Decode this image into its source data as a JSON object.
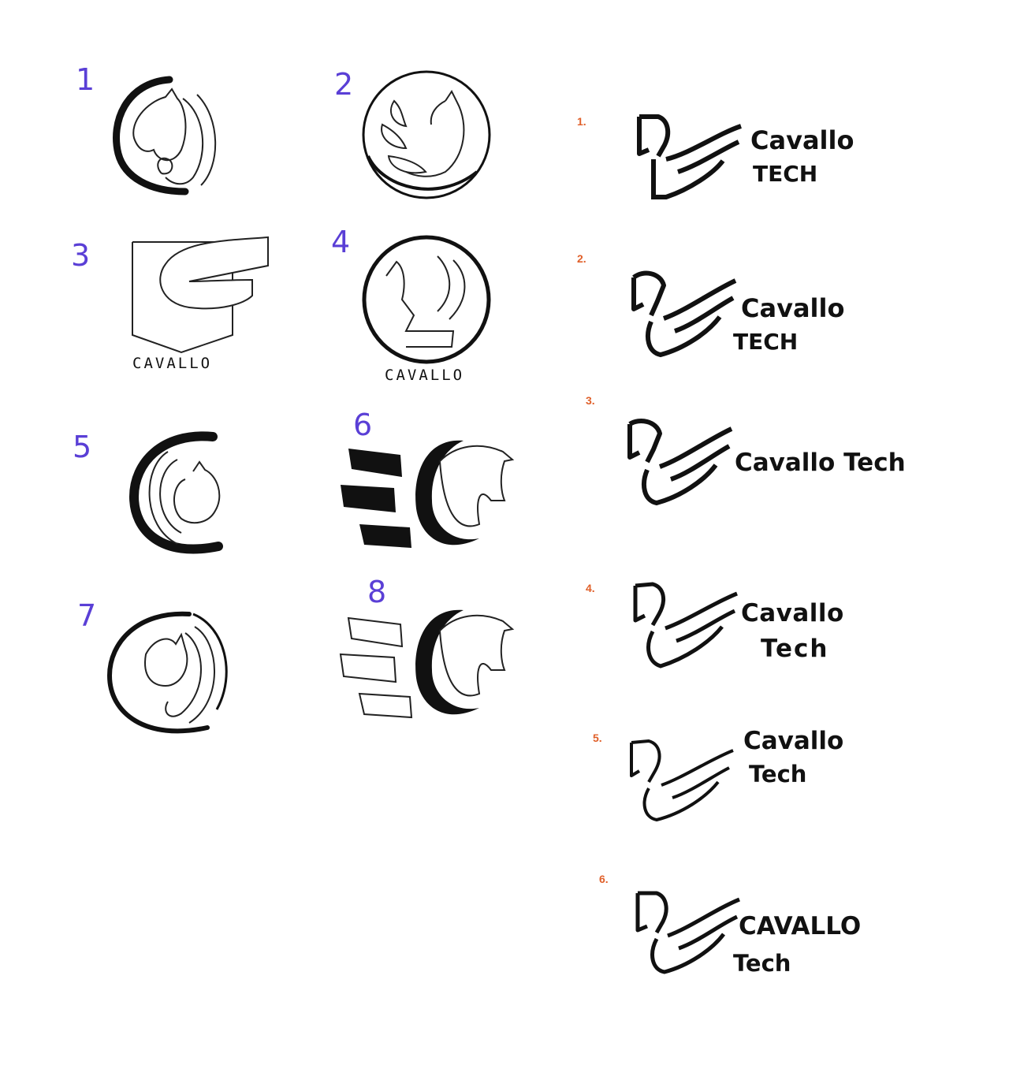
{
  "sketches": [
    {
      "number": "1"
    },
    {
      "number": "2"
    },
    {
      "number": "3",
      "label": "CAVALLO"
    },
    {
      "number": "4",
      "label": "CAVALLO"
    },
    {
      "number": "5"
    },
    {
      "number": "6"
    },
    {
      "number": "7"
    },
    {
      "number": "8"
    }
  ],
  "concepts": [
    {
      "number": "1.",
      "line1": "Cavallo",
      "line2": "TECH"
    },
    {
      "number": "2.",
      "line1": "Cavallo",
      "line2": "TECH"
    },
    {
      "number": "3.",
      "line1": "Cavallo Tech"
    },
    {
      "number": "4.",
      "line1": "Cavallo",
      "line2": "Tech"
    },
    {
      "number": "5.",
      "line1": "Cavallo",
      "line2": "Tech"
    },
    {
      "number": "6.",
      "line1": "CAVALLO",
      "line2": "Tech"
    }
  ],
  "colors": {
    "sketch_number": "#5a3fd6",
    "concept_number": "#e0602a",
    "ink": "#111111"
  }
}
